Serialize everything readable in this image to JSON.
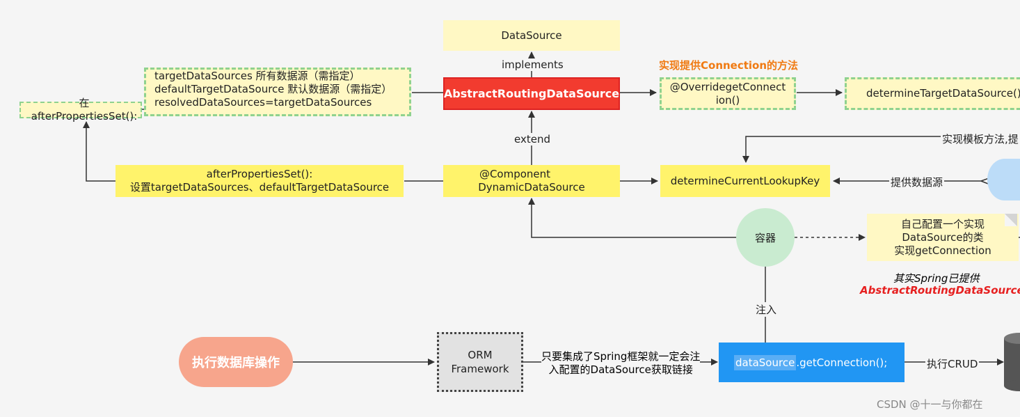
{
  "nodes": {
    "datasource": "DataSource",
    "abstract_routing": "AbstractRoutingDataSource",
    "targets_box": [
      "targetDataSources 所有数据源（需指定）",
      "defaultTargetDataSource  默认数据源（需指定）",
      "resolvedDataSources=targetDataSources"
    ],
    "after_props_left": "在afterPropertiesSet():",
    "override_get_connection": [
      "@OverridegetConnect",
      "ion()"
    ],
    "determine_target": "determineTargetDataSource()",
    "after_props_set": [
      "afterPropertiesSet():",
      "设置targetDataSources、defaultTargetDataSource"
    ],
    "dynamic_datasource": [
      "@Component",
      "DynamicDataSource"
    ],
    "determine_lookup_key": "determineCurrentLookupKey",
    "container": "容器",
    "self_config_note": [
      "自己配置一个实现",
      "DataSource的类",
      "实现getConnection"
    ],
    "exec_db": "执行数据库操作",
    "orm": [
      "ORM",
      "Framework"
    ],
    "get_connection_prefix": "dataSource",
    "get_connection_suffix": ".getConnection();"
  },
  "labels": {
    "implements": "implements",
    "extend": "extend",
    "impl_get_connection_method": "实现提供Connection的方法",
    "template_method": "实现模板方法,提",
    "provide_datasource": "提供数据源",
    "inject": "注入",
    "spring_integration": [
      "只要集成了Spring框架就一定会注",
      "入配置的DataSource获取链接"
    ],
    "exec_crud": "执行CRUD",
    "spring_provides": "其实Spring已提供",
    "spring_provides_class": "AbstractRoutingDataSource"
  },
  "watermark": "CSDN @十一与你都在",
  "colors": {
    "yellow": "#fff36b",
    "pale_yellow": "#fff8c4",
    "red": "#f23b2f",
    "blue": "#2196f3",
    "green_circle": "#c9ebd0",
    "salmon": "#f7a58c",
    "orange_text": "#f07a12"
  }
}
